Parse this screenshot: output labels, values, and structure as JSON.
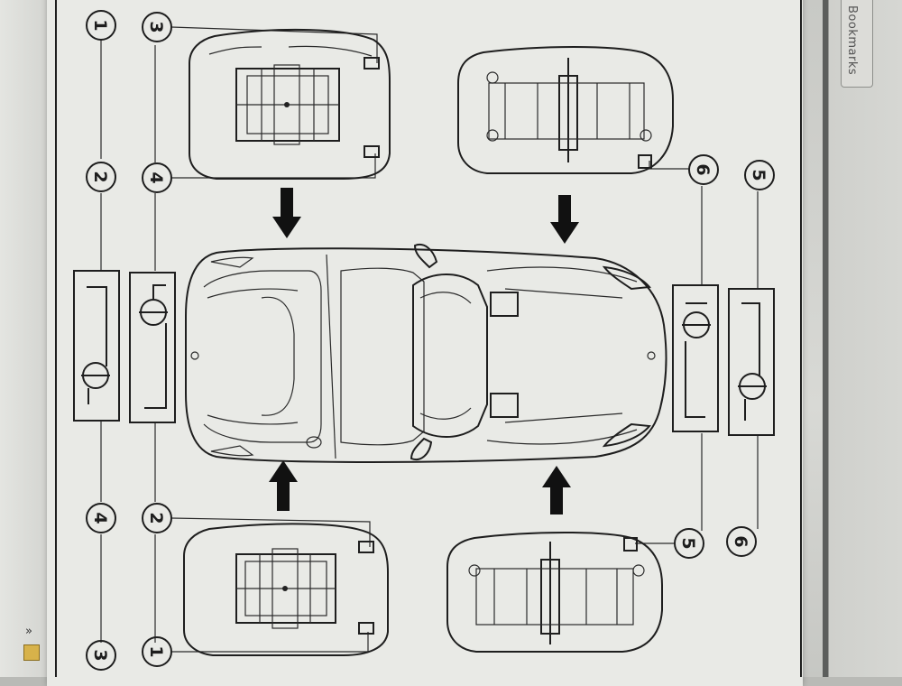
{
  "viewer": {
    "bookmarks_label": "Bookmarks",
    "collapse_glyph": "»"
  },
  "diagram": {
    "left_bar_top_labels": [
      "1",
      "2"
    ],
    "left_bar_bottom_labels": [
      "4",
      "3"
    ],
    "left_inner_top_labels": [
      "3",
      "4"
    ],
    "left_inner_bottom_labels": [
      "2",
      "1"
    ],
    "right_inner_top_label": "6",
    "right_inner_bottom_label": "5",
    "right_bar_top_label": "5",
    "right_bar_bottom_label": "6"
  },
  "colors": {
    "line": "#1e1e1e",
    "paper": "#e9eae6",
    "frame_dark": "#5c5e5c"
  }
}
